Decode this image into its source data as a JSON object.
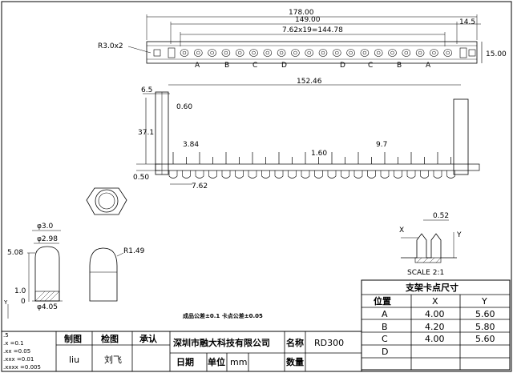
{
  "top_view": {
    "dims": {
      "overall": "178.00",
      "inner": "149.00",
      "pitch": "7.62x19=144.78",
      "right_offset": "14.5",
      "height": "15.00",
      "hole": "R3.0x2"
    },
    "pin_labels": [
      "A",
      "B",
      "C",
      "D",
      "D",
      "C",
      "B",
      "A"
    ]
  },
  "front_view": {
    "dims": {
      "left_width": "6.5",
      "span": "152.46",
      "thickness": "0.60",
      "height": "37.1",
      "d1": "3.84",
      "d2": "1.60",
      "d3": "9.7",
      "d4": "0.50",
      "pitch": "7.62"
    }
  },
  "detail": {
    "dims": {
      "dia1": "φ3.0",
      "dia2": "φ2.98",
      "h1": "5.08",
      "h2": "1.0",
      "h3": "0",
      "dia3": "φ4.05",
      "radius": "R1.49"
    }
  },
  "scale_detail": {
    "dims": {
      "w": "0.52",
      "x": "X",
      "y": "Y"
    },
    "caption": "SCALE 2:1"
  },
  "tolerance_note": {
    "text": "成品公差±0.1  卡点公差±0.05"
  },
  "table": {
    "title": "支架卡点尺寸",
    "headers": [
      "位置",
      "X",
      "Y"
    ],
    "rows": [
      {
        "pos": "A",
        "x": "4.00",
        "y": "5.60"
      },
      {
        "pos": "B",
        "x": "4.20",
        "y": "5.80"
      },
      {
        "pos": "C",
        "x": "4.00",
        "y": "5.60"
      },
      {
        "pos": "D",
        "x": "",
        "y": ""
      }
    ]
  },
  "title_block": {
    "tolerances": [
      "  .5",
      ".x    =0.1",
      ".xx   =0.05",
      ".xxx  =0.01",
      ".xxxx =0.005"
    ],
    "drafted_label": "制图",
    "checked_label": "检图",
    "approved_label": "承认",
    "drafter": "liu",
    "checker": "刘飞",
    "company": "深圳市融大科技有限公司",
    "name_label": "名称",
    "name_value": "RD300",
    "date_label": "日期",
    "unit_label": "单位",
    "unit_value": "mm",
    "qty_label": "数量"
  }
}
